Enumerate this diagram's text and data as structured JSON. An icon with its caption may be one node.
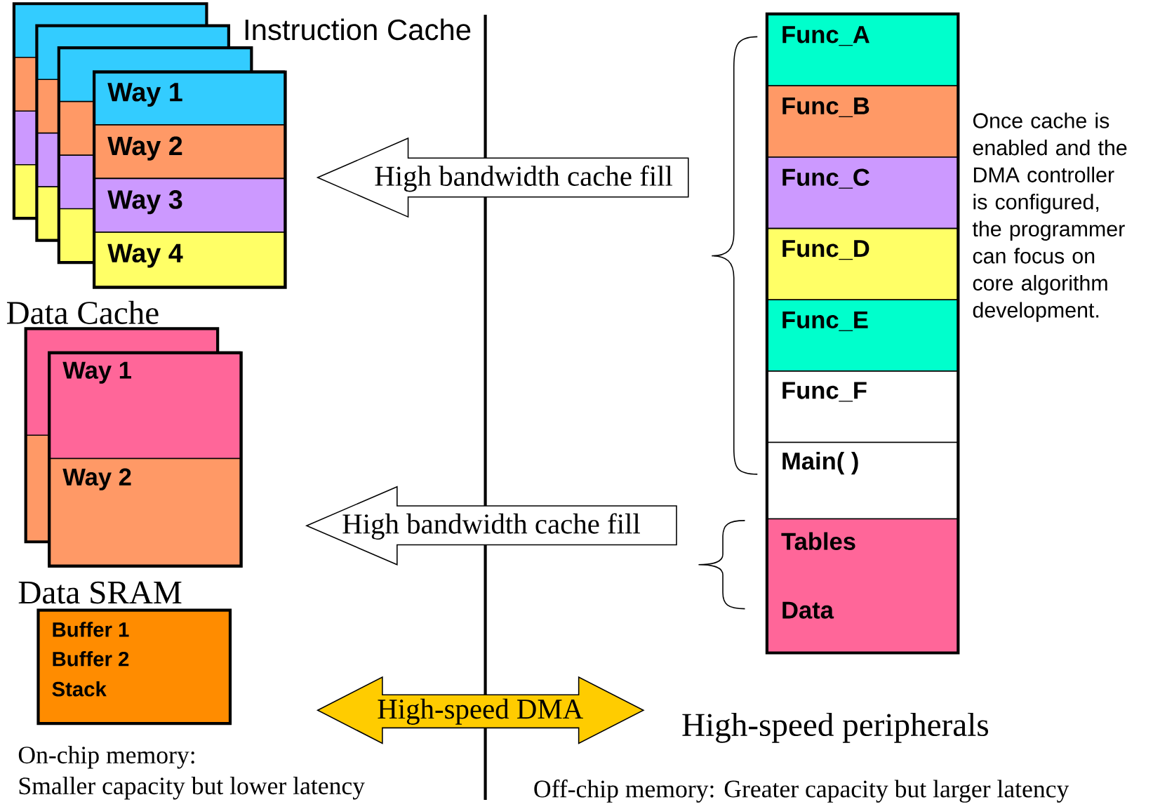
{
  "diagram": {
    "nodes": [
      {
        "text": [
          "Instruction Cache"
        ]
      },
      {
        "text": [
          "Way 1"
        ],
        "in": 0
      },
      {
        "text": [
          "Way 2"
        ],
        "in": 0
      },
      {
        "text": [
          "Way 3"
        ],
        "in": 0
      },
      {
        "text": [
          "Way 4"
        ],
        "in": 0
      },
      {
        "text": [
          "Data Cache"
        ]
      },
      {
        "text": [
          "Way 1"
        ],
        "in": 5
      },
      {
        "text": [
          "Way 2"
        ],
        "in": 5
      },
      {
        "text": [
          "Data SRAM",
          "Buffer 1",
          "Buffer 2",
          "Stack"
        ]
      },
      {
        "text": [
          "Func_A"
        ]
      },
      {
        "text": [
          "Func_B"
        ]
      },
      {
        "text": [
          "Func_C"
        ]
      },
      {
        "text": [
          "Func_D"
        ]
      },
      {
        "text": [
          "Func_E"
        ]
      },
      {
        "text": [
          "Func_F"
        ]
      },
      {
        "text": [
          "Main( )"
        ]
      },
      {
        "text": [
          "Tables",
          "Data"
        ]
      },
      {
        "text": [
          "High bandwidth cache fill"
        ]
      },
      {
        "text": [
          "High bandwidth cache fill"
        ]
      },
      {
        "text": [
          "High-speed DMA"
        ]
      }
    ],
    "labels": [
      "Once cache is enabled and the DMA controller is configured, the programmer can focus on core algorithm development.",
      "High-speed peripherals",
      "On-chip memory:",
      "Smaller capacity but lower latency",
      "Off-chip memory: Greater capacity but larger latency"
    ]
  }
}
